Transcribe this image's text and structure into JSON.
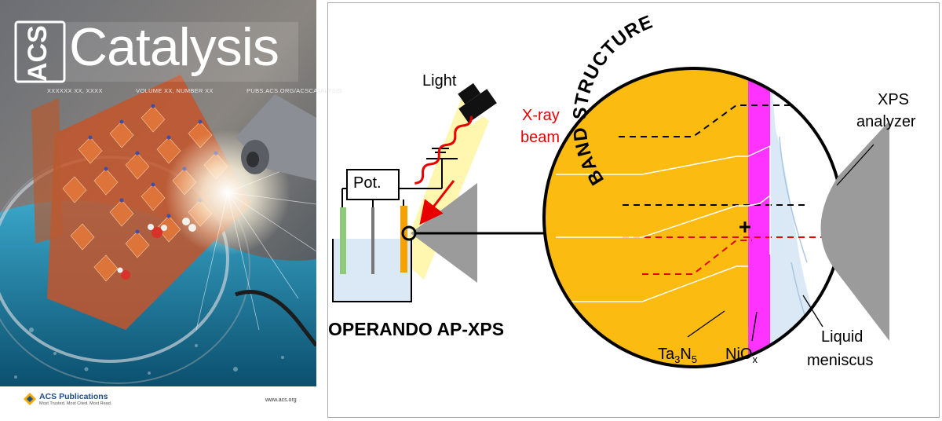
{
  "cover": {
    "acs_logo": "ACS",
    "journal_title": "Catalysis",
    "issue_date": "XXXXXX XX, XXXX",
    "volume": "VOLUME XX, NUMBER XX",
    "url": "PUBS.ACS.ORG/ACSCATALYSIS",
    "publisher": "ACS Publications",
    "publisher_tagline": "Most Trusted. Most Cited. Most Read.",
    "website": "www.acs.org"
  },
  "toc_graphic": {
    "light_label": "Light",
    "xray_label_1": "X-ray",
    "xray_label_2": "beam",
    "potentiostat_label": "Pot.",
    "operando_label": "OPERANDO AP-XPS",
    "band_structure_label": "BAND STRUCTURE",
    "xps_label_1": "XPS",
    "xps_label_2": "analyzer",
    "ta_label": "Ta",
    "ta_sub": "3",
    "n_label": "N",
    "n_sub": "5",
    "nio_label": "NiO",
    "nio_sub": "x",
    "liquid_label_1": "Liquid",
    "liquid_label_2": "meniscus",
    "colors": {
      "ta3n5": "#fbbb10",
      "niox": "#ff33ff",
      "liquid": "#dbe9f6",
      "xray": "#e80000",
      "light_beam": "#fff6b0",
      "green_electrode": "#8fc97a",
      "analyzer": "#9b9b9b"
    }
  }
}
